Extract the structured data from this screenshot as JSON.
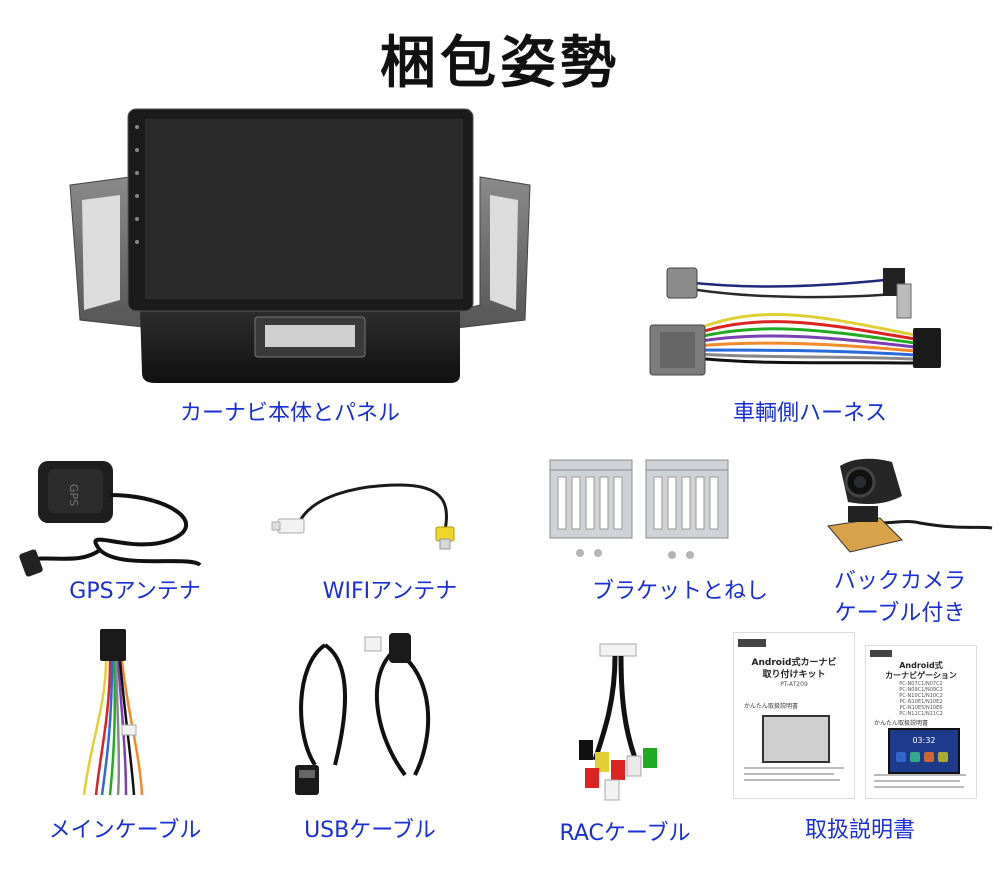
{
  "title": "梱包姿勢",
  "items": [
    {
      "label": "カーナビ本体とパネル"
    },
    {
      "label": "車輌側ハーネス"
    },
    {
      "label": "GPSアンテナ"
    },
    {
      "label": "WIFIアンテナ"
    },
    {
      "label": "ブラケットとねし"
    },
    {
      "label_line1": "バックカメラ",
      "label_line2": "ケーブル付き"
    },
    {
      "label": "メインケーブル"
    },
    {
      "label": "USBケーブル"
    },
    {
      "label": "RACケーブル"
    },
    {
      "label": "取扱説明書"
    }
  ],
  "manuals": {
    "left": {
      "line1": "Android式カーナビ",
      "line2": "取り付けキット",
      "code": "PT-AT209",
      "sub": "かんたん取扱説明書"
    },
    "right": {
      "line1": "Android式",
      "line2": "カーナビゲーション",
      "models": [
        "PC-N07C1/N07C2",
        "PC-N09C1/N09C2",
        "PC-N10C1/N10C2",
        "PC-N10E1/N10E2",
        "PC-N10E5/N10E6",
        "PC-N11C1/N11C2"
      ],
      "sub": "かんたん取扱説明書",
      "screen_time": "03:32"
    }
  },
  "colors": {
    "label": "#1a2fd6",
    "title": "#111111"
  }
}
